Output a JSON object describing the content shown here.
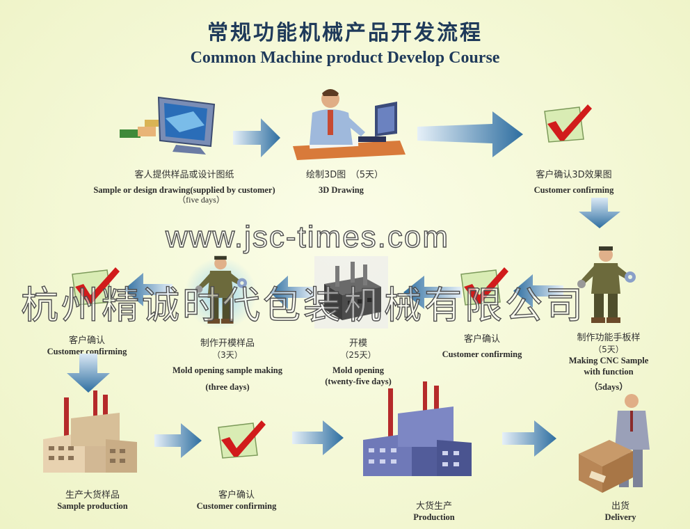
{
  "header": {
    "title_cn": "常规功能机械产品开发流程",
    "title_en": "Common Machine product Develop Course"
  },
  "watermark": {
    "url": "www.jsc-times.com",
    "company": "杭州精诚时代包装机械有限公司"
  },
  "steps": [
    {
      "id": "sample",
      "cn": "客人提供样品或设计图纸",
      "en": "Sample or design drawing(supplied by customer)",
      "en2": "（five days）"
    },
    {
      "id": "drawing",
      "cn": "绘制3D图　（5天）",
      "en": "3D Drawing"
    },
    {
      "id": "confirm3d",
      "cn": "客户确认3D效果图",
      "en": "Customer confirming"
    },
    {
      "id": "cnc",
      "cn": "制作功能手板样",
      "cn2": "（5天）",
      "en": "Making CNC Sample",
      "en2": "with function",
      "en3": "（5days）"
    },
    {
      "id": "confirm2",
      "cn": "客户确认",
      "en": "Customer confirming"
    },
    {
      "id": "mold",
      "cn": "开模",
      "cn2": "（25天）",
      "en": "Mold opening",
      "en2": "(twenty-five days)"
    },
    {
      "id": "moldsample",
      "cn": "制作开模样品",
      "cn2": "（3天）",
      "en": "Mold opening sample making",
      "en2": "(three days)"
    },
    {
      "id": "confirm3",
      "cn": "客户确认",
      "en": "Customer confirming"
    },
    {
      "id": "sampleprod",
      "cn": "生产大货样品",
      "en": "Sample production"
    },
    {
      "id": "confirm4",
      "cn": "客户确认",
      "en": "Customer confirming"
    },
    {
      "id": "production",
      "cn": "大货生产",
      "en": "Production"
    },
    {
      "id": "delivery",
      "cn": "出货",
      "en": "Delivery"
    }
  ],
  "icons": {
    "computer": "computer-hand-icon",
    "designer": "designer-at-desk-icon",
    "check": "red-checkmark-icon",
    "worker": "worker-with-gears-icon",
    "mold": "mold-machine-icon",
    "factory": "factory-icon",
    "delivery": "businessman-with-crate-icon",
    "arrow": "blue-flow-arrow-icon"
  },
  "colors": {
    "title": "#1f3a5a",
    "arrow_dark": "#2e6ea0",
    "arrow_light": "#cfe2f2",
    "check_red": "#d11b1b",
    "paper_green": "#d9ecb4"
  }
}
